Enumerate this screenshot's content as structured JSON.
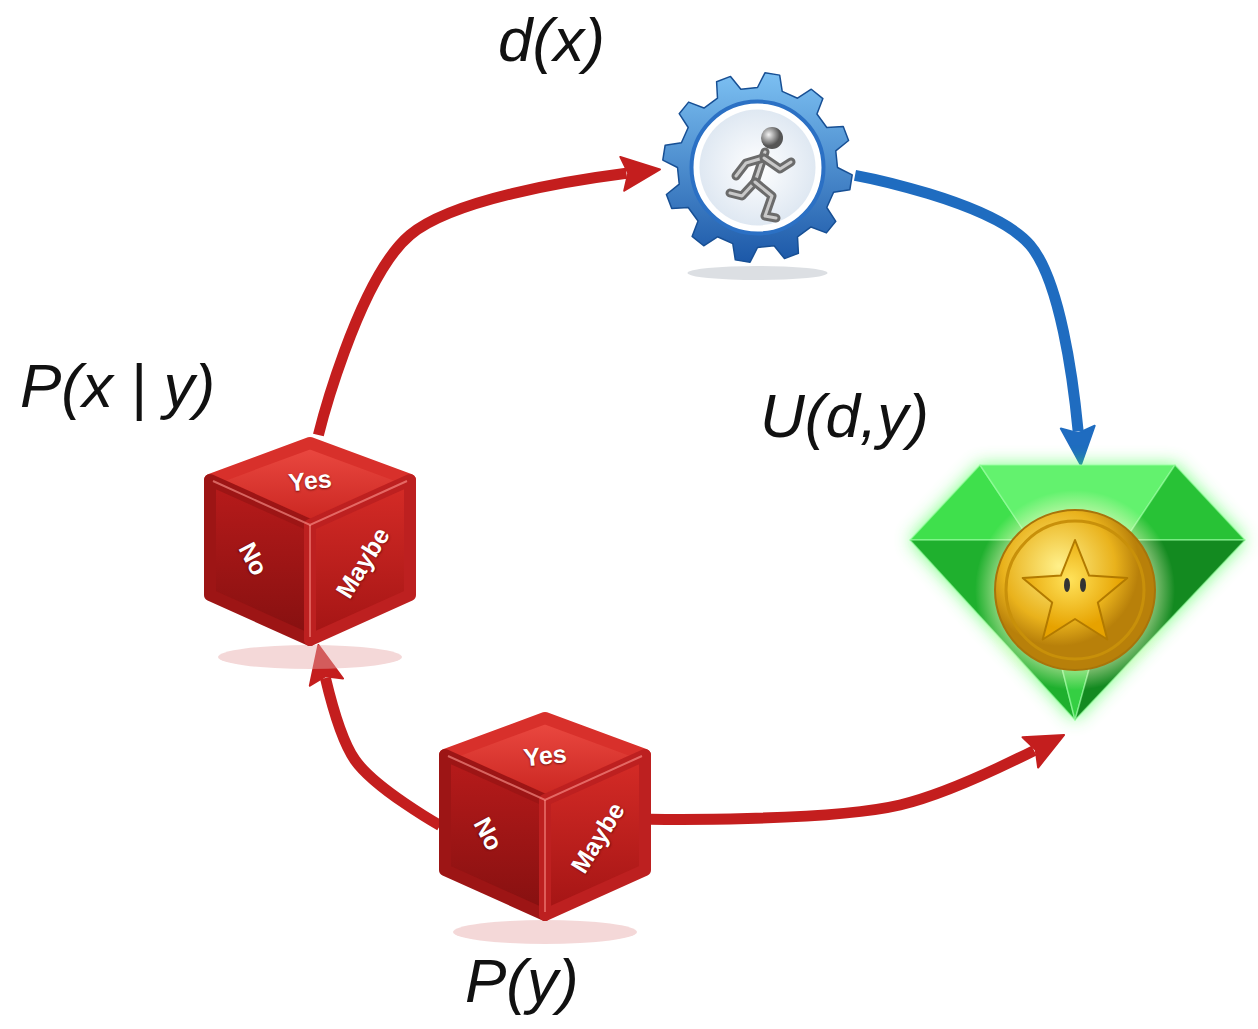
{
  "diagram": {
    "nodes": [
      {
        "text": [
          "d(x)"
        ]
      },
      {
        "text": [
          "P(x | y)",
          "Yes",
          "No",
          "Maybe"
        ]
      },
      {
        "text": [
          "U(d,y)"
        ]
      },
      {
        "text": [
          "P(y)",
          "Yes",
          "No",
          "Maybe"
        ]
      }
    ],
    "edges": [
      {
        "from": 3,
        "to": 1,
        "arrow": "to"
      },
      {
        "from": 1,
        "to": 0,
        "arrow": "to"
      },
      {
        "from": 0,
        "to": 2,
        "arrow": "to"
      },
      {
        "from": 3,
        "to": 2,
        "arrow": "to"
      }
    ]
  }
}
